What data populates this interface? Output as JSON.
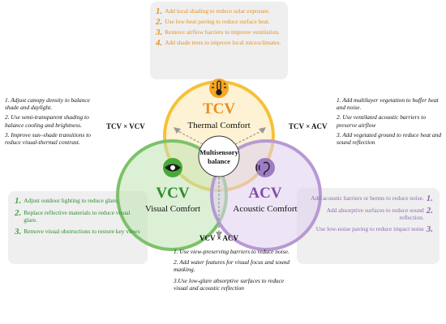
{
  "tcv": {
    "abbr": "TCV",
    "name": "Thermal Comfort",
    "items": [
      {
        "num": "1.",
        "text": "Add local shading to reduce solar exposure."
      },
      {
        "num": "2.",
        "text": "Use low-heat paving to reduce surface heat."
      },
      {
        "num": "3.",
        "text": "Remove airflow barriers to improve ventilation."
      },
      {
        "num": "4.",
        "text": "Add shade trees to improve local microclimates."
      }
    ]
  },
  "vcv": {
    "abbr": "VCV",
    "name": "Visual Comfort",
    "items": [
      {
        "num": "1.",
        "text": "Adjust outdoor lighting to reduce glare."
      },
      {
        "num": "2.",
        "text": "Replace reflective materials to reduce visual glare."
      },
      {
        "num": "3.",
        "text": "Remove visual obstructions to restore key views"
      }
    ]
  },
  "acv": {
    "abbr": "ACV",
    "name": "Acoustic Comfort",
    "items": [
      {
        "num": "1.",
        "text": "Add acoustic barriers or berms to reduce noise."
      },
      {
        "num": "2.",
        "text": "Add absorptive surfaces to reduce sound reflection."
      },
      {
        "num": "3.",
        "text": "Use low-noise paving to reduce impact noise"
      }
    ]
  },
  "center": {
    "line1": "Multisensory",
    "line2": "balance"
  },
  "tcv_vcv": {
    "label": "TCV × VCV",
    "items": [
      "1. Adjust canopy density to balance shade and daylight.",
      "2. Use semi-transparent shading to balance cooling and brightness.",
      "3. Improve sun–shade transitions to reduce visual-thermal contrast."
    ]
  },
  "tcv_acv": {
    "label": "TCV × ACV",
    "items": [
      "1. Add multilayer vegetation to buffer heat and noise.",
      "2. Use ventilated acoustic barriers to preserve airflow",
      "3. Add vegetated ground to reduce heat and sound reflection"
    ]
  },
  "vcv_acv": {
    "label": "VCV × ACV",
    "items": [
      "1. Use view-preserving barriers to reduce noise.",
      "2. Add water features for visual focus and sound masking.",
      "3.Use low-glare absorptive surfaces to reduce visual and acoustic reflection"
    ]
  },
  "colors": {
    "thermal": "#f5c13a",
    "thermal_text": "#e8901c",
    "visual": "#7cc16a",
    "visual_text": "#2d8b2d",
    "acoustic": "#b899d3",
    "acoustic_text": "#7f4fa8"
  },
  "icons": {
    "thermal": "thermometer-icon",
    "visual": "eye-icon",
    "acoustic": "ear-icon"
  }
}
